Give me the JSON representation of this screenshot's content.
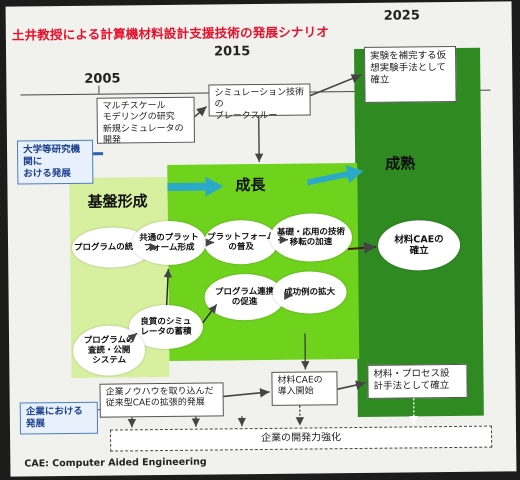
{
  "title": "土井教授による計算機材料設計支援技術の発展シナリオ",
  "years": [
    "2005",
    "2015",
    "2025"
  ],
  "labels": {
    "academia": "大学等研究機関に\nおける発展",
    "industry": "企業における発展"
  },
  "stages": {
    "foundation": "基盤形成",
    "growth": "成長",
    "maturity": "成熟"
  },
  "top_boxes": {
    "multiscale": "マルチスケール\nモデリングの研究\n新規シミュレータの開発",
    "breakthrough": "シミュレーション技術の\nブレークスルー",
    "supplement": "実験を補完する仮\n想実験手法として\n確立"
  },
  "ovals": {
    "integration": "プログラムの統合化",
    "common_platform": "共通のプラット\nフォーム形成",
    "platform_spread": "プラットフォーム\nの普及",
    "tech_transfer": "基礎・応用の技術\n移転の加速",
    "accumulation": "良質のシミュ\nレータの蓄積",
    "program_collab": "プログラム連携\nの促進",
    "success_cases": "成功例の拡大",
    "public_system": "プログラムの\n査読・公開\nシステム",
    "cae_establish": "材料CAEの\n確立"
  },
  "bottom_boxes": {
    "knowhow": "企業ノウハウを取り込んだ\n従来型CAEの拡張的発展",
    "cae_intro": "材料CAEの\n導入開始",
    "material_process": "材料・プロセス設\n計手法として確立",
    "enhancement": "企業の開発力強化"
  },
  "footer": "CAE: Computer Aided Engineering",
  "colors": {
    "title": "#e8102a",
    "light_green": "#d7f0a0",
    "mid_green": "#6fd31d",
    "dark_green": "#2f8a22",
    "label_blue": "#1a3f8c"
  }
}
